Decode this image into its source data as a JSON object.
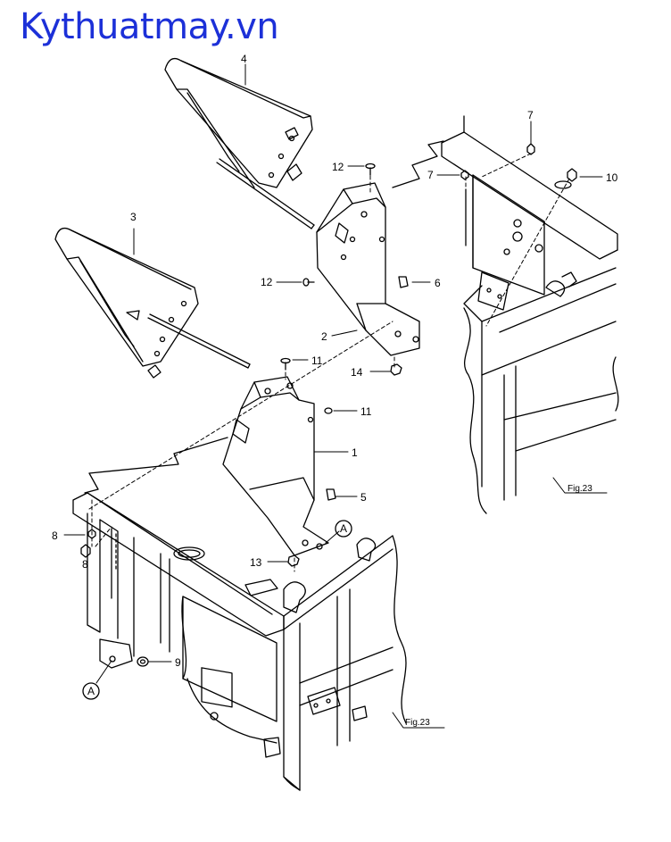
{
  "watermark": "Kythuatmay.vn",
  "callouts": {
    "c1": "1",
    "c2": "2",
    "c3": "3",
    "c4": "4",
    "c5": "5",
    "c6": "6",
    "c7a": "7",
    "c7b": "7",
    "c8a": "8",
    "c8b": "8",
    "c9": "9",
    "c10": "10",
    "c11a": "11",
    "c11b": "11",
    "c12a": "12",
    "c12b": "12",
    "c13": "13",
    "c14": "14"
  },
  "detail_markers": {
    "a1": "A",
    "a2": "A"
  },
  "figure_refs": {
    "upper": "Fig.23",
    "lower": "Fig.23"
  }
}
